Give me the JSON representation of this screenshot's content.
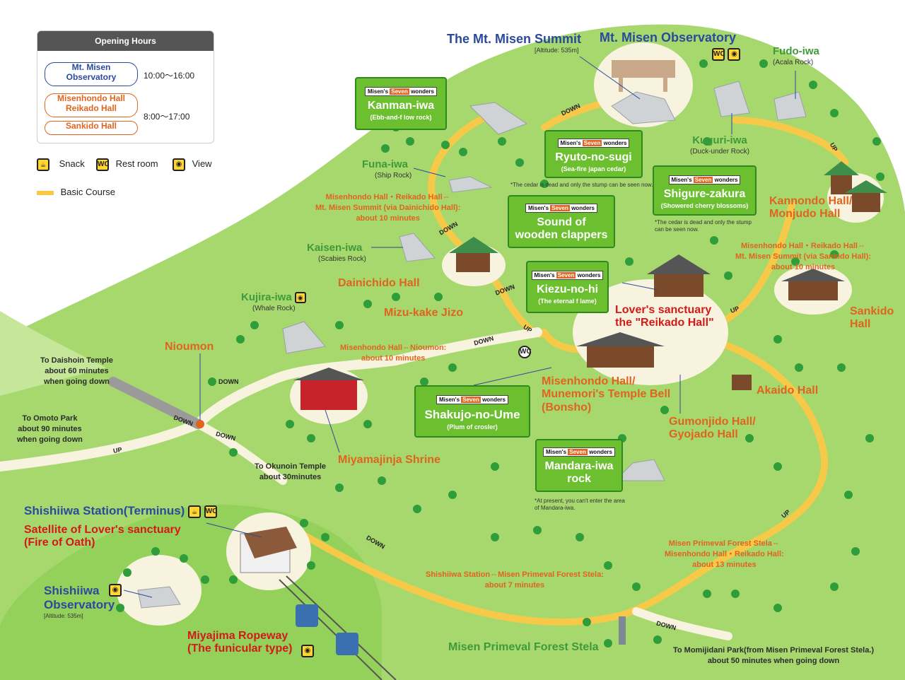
{
  "legend": {
    "title": "Opening Hours",
    "observatory": "Mt. Misen\nObservatory",
    "observatory_hours": "10:00～16:00",
    "misenhondo": "Misenhondo Hall\nReikado Hall",
    "sankido": "Sankido Hall",
    "halls_hours": "8:00～17:00",
    "snack": "Snack",
    "restroom": "Rest room",
    "view": "View",
    "course": "Basic Course",
    "wc": "WC"
  },
  "badge": {
    "misens": "Misen's",
    "seven": "Seven",
    "wonders": "wonders"
  },
  "wonders": [
    {
      "name": "Kanman-iwa",
      "en": "(Ebb-and-f low rock)"
    },
    {
      "name": "Ryuto-no-sugi",
      "en": "(Sea-fire japan cedar)"
    },
    {
      "name": "Shigure-zakura",
      "en": "(Showered cherry blossoms)"
    },
    {
      "name": "Sound of\nwooden clappers",
      "en": ""
    },
    {
      "name": "Kiezu-no-hi",
      "en": "(The eternal f lame)"
    },
    {
      "name": "Shakujo-no-Ume",
      "en": "(Plum of crosler)"
    },
    {
      "name": "Mandara-iwa\nrock",
      "en": ""
    }
  ],
  "places": {
    "summit": "The Mt. Misen Summit",
    "summit_alt": "[Altitude: 535m]",
    "observatory": "Mt. Misen Observatory",
    "fudo": "Fudo-iwa",
    "fudo_en": "(Acala Rock)",
    "kuguri": "Kuguri-iwa",
    "kuguri_en": "(Duck-under Rock)",
    "kannondo": "Kannondo Hall/\nMonjudo Hall",
    "funa": "Funa-iwa",
    "funa_en": "(Ship Rock)",
    "kaisen": "Kaisen-iwa",
    "kaisen_en": "(Scabies Rock)",
    "dainichido": "Dainichido Hall",
    "mizukake": "Mizu-kake Jizo",
    "kujira": "Kujira-iwa",
    "kujira_en": "(Whale Rock)",
    "lovers": "Lover's sanctuary\nthe \"Reikado Hall\"",
    "sankido": "Sankido\nHall",
    "nioumon": "Nioumon",
    "misenhondo": "Misenhondo Hall/\nMunemori's Temple Bell\n(Bonsho)",
    "akaido": "Akaido Hall",
    "gumonjido": "Gumonjido Hall/\nGyojado Hall",
    "miyamajinja": "Miyamajinja Shrine",
    "shishiiwa_station": "Shishiiwa Station(Terminus)",
    "satellite": "Satellite of Lover's sanctuary\n(Fire of Oath)",
    "shishiiwa_obs": "Shishiiwa\nObservatory",
    "shishiiwa_alt": "[Altitude: 535m]",
    "ropeway": "Miyajima Ropeway\n(The funicular type)",
    "stela": "Misen Primeval Forest Stela"
  },
  "routes": {
    "dainichido": "Misenhondo Hall・Reikado Hall⇔\nMt. Misen Summit (via Dainichido Hall):\nabout 10 minutes",
    "sankido": "Misenhondo Hall・Reikado Hall⇔\nMt. Misen Summit (via Sankido Hall):\nabout 10 minutes",
    "nioumon": "Misenhondo Hall⇔Nioumon:\nabout 10 minutes",
    "stela_shishiiwa": "Shishiiwa Station⇔Misen Primeval Forest Stela:\nabout 7 minutes",
    "stela_misenhondo": "Misen Primeval Forest Stela⇔\nMisenhondo Hall・Reikado Hall:\nabout 13 minutes",
    "daishoin": "To Daishoin Temple\nabout 60 minutes\nwhen going down",
    "omoto": "To Omoto Park\nabout 90 minutes\nwhen going down",
    "okunoin": "To Okunoin Temple\nabout 30minutes",
    "momijidani": "To Momijidani Park(from Misen Primeval Forest Stela.)\nabout 50 minutes when going down"
  },
  "notes": {
    "cedar1": "*The cedar is dead and only the stump can be seen now.",
    "cedar2": "*The cedar is dead and only the stump\ncan be seen now.",
    "mandara": "*At present, you can't enter the area\nof Mandara-iwa."
  },
  "directions": {
    "down": "DOWN",
    "up": "UP"
  },
  "colors": {
    "land": "#a6d86e",
    "land_light": "#c6e79a",
    "path": "#f7c948",
    "clearing": "#f8f3df",
    "tree": "#2f9e3a",
    "wonder_box": "#6cbf2e",
    "blue": "#2a4a9b",
    "orange": "#e0641e",
    "red": "#d21a1a"
  }
}
